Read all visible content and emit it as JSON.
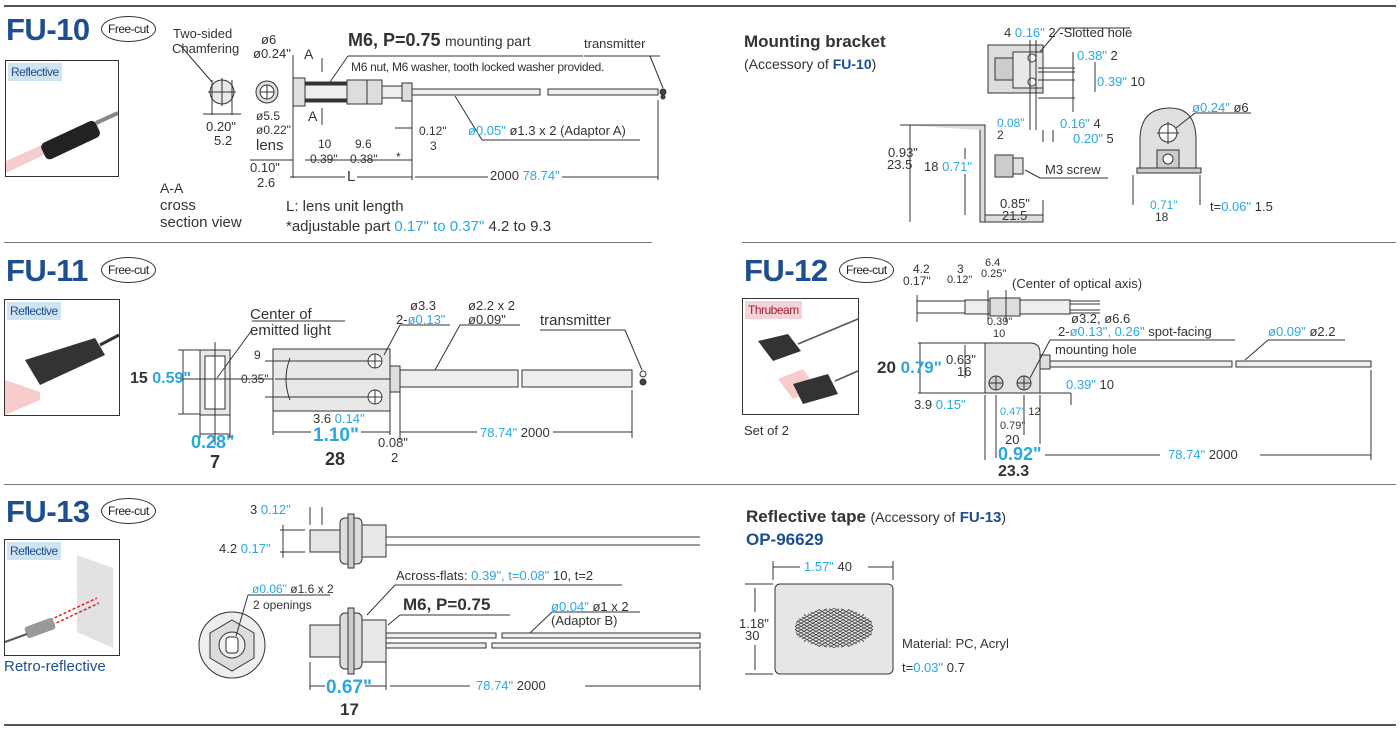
{
  "document": {
    "sections": [
      {
        "model": "FU-10",
        "badge": "Free-cut",
        "sensor_type": "Reflective",
        "labels": {
          "two_sided": "Two-sided",
          "chamfering": "Chamfering",
          "dia6": "ø6",
          "dia024": "ø0.24\"",
          "thread": "M6, P=0.75",
          "thread_suffix": "mounting part",
          "nut_note": "M6 nut, M6 washer, tooth locked washer provided.",
          "transmitter": "transmitter",
          "section_a": "A",
          "dim_020": "0.20\"",
          "dim_52": "5.2",
          "dia55": "ø5.5",
          "dia022": "ø0.22\"",
          "lens": "lens",
          "dim_010": "0.10\"",
          "dim_26": "2.6",
          "dim_10": "10",
          "dim_039": "0.39\"",
          "dim_96": "9.6",
          "dim_038": "0.38\"",
          "adjust_mark": "*",
          "dim_012": "0.12\"",
          "dim_3": "3",
          "fiber_in": "ø0.05\"",
          "fiber_mm": "ø1.3 x 2 (Adaptor A)",
          "L": "L",
          "len_mm": "2000",
          "len_in": "78.74\"",
          "aa": "A-A",
          "cross": "cross",
          "section_view": "section view",
          "note_L": "L: lens unit length",
          "note_adj_prefix": "*adjustable part",
          "note_adj_in": "0.17\" to 0.37\"",
          "note_adj_mm": "4.2 to 9.3"
        }
      },
      {
        "model": "FU-11",
        "badge": "Free-cut",
        "sensor_type": "Reflective",
        "labels": {
          "center1": "Center of",
          "center2": "emitted light",
          "dia33": "ø3.3",
          "dia013": "2-ø0.13\"",
          "dia22": "ø2.2 x 2",
          "dia009": "ø0.09\"",
          "transmitter": "transmitter",
          "h_mm": "15",
          "h_in": "0.59\"",
          "d9": "9",
          "d035": "0.35\"",
          "d36": "3.6",
          "d014": "0.14\"",
          "w_in": "0.28\"",
          "w_mm": "7",
          "l_in": "1.10\"",
          "l_mm": "28",
          "d008": "0.08\"",
          "d2": "2",
          "len_in": "78.74\"",
          "len_mm": "2000"
        }
      },
      {
        "model": "FU-12",
        "badge": "Free-cut",
        "sensor_type": "Thrubeam",
        "caption": "Set of 2",
        "labels": {
          "d42": "4.2",
          "d017": "0.17\"",
          "d3": "3",
          "d012": "0.12\"",
          "d64": "6.4",
          "d025": "0.25\"",
          "axis": "(Center of  optical axis)",
          "d039a": "0.39\"",
          "d10a": "10",
          "holes1": "ø3.2, ø6.6",
          "holes2_prefix": "2-",
          "holes2_in": "ø0.13\", 0.26\"",
          "holes2_suffix": "spot-facing",
          "mounting_hole": "mounting hole",
          "fiber_in": "ø0.09\"",
          "fiber_mm": "ø2.2",
          "h_mm": "20",
          "h_in": "0.79\"",
          "d063": "0.63\"",
          "d16": "16",
          "d039b": "0.39\"",
          "d10b": "10",
          "d39": "3.9",
          "d015": "0.15\"",
          "d047": "0.47\"",
          "d12": "12",
          "d079": "0.79\"",
          "d20": "20",
          "w_in": "0.92\"",
          "w_mm": "23.3",
          "len_in": "78.74\"",
          "len_mm": "2000"
        }
      },
      {
        "model": "FU-13",
        "badge": "Free-cut",
        "sensor_type": "Reflective",
        "caption": "Retro-reflective",
        "labels": {
          "d3": "3",
          "d012": "0.12\"",
          "d42": "4.2",
          "d017": "0.17\"",
          "open_in": "ø0.06\"",
          "open_mm": "ø1.6 x 2",
          "openings": "2 openings",
          "across_prefix": "Across-flats:",
          "across_in": "0.39\", t=0.08\"",
          "across_mm": "10, t=2",
          "thread": "M6, P=0.75",
          "fiber_in": "ø0.04\"",
          "fiber_mm": "ø1 x 2",
          "adaptor": "(Adaptor B)",
          "w_in": "0.67\"",
          "w_mm": "17",
          "len_in": "78.74\"",
          "len_mm": "2000"
        }
      }
    ],
    "bracket": {
      "title": "Mounting bracket",
      "acc_prefix": "(Accessory of",
      "acc_model": "FU-10",
      "acc_suffix": ")",
      "labels": {
        "d4": "4",
        "d016": "0.16\"",
        "slot": "2 -Slotted hole",
        "d038": "0.38\"",
        "d2": "2",
        "d039": "0.39\"",
        "d10": "10",
        "d008": "0.08\"",
        "d2b": "2",
        "d016b": "0.16\"",
        "d4b": "4",
        "d020": "0.20\"",
        "d5": "5",
        "d093": "0.93\"",
        "d235": "23.5",
        "d18": "18",
        "d071": "0.71\"",
        "screw": "M3 screw",
        "d085": "0.85\"",
        "d215": "21.5",
        "hole_in": "ø0.24\"",
        "hole_mm": "ø6",
        "d071b": "0.71\"",
        "d18b": "18",
        "t_prefix": "t=",
        "t_in": "0.06\"",
        "t_mm": "1.5"
      }
    },
    "tape": {
      "title": "Reflective tape",
      "acc_prefix": "(Accessory of",
      "acc_model": "FU-13",
      "acc_suffix": ")",
      "part": "OP-96629",
      "w_in": "1.57\"",
      "w_mm": "40",
      "h_in": "1.18\"",
      "h_mm": "30",
      "material": "Material: PC, Acryl",
      "t_prefix": "t=",
      "t_in": "0.03\"",
      "t_mm": "0.7"
    },
    "colors": {
      "model_blue": "#1d4e8f",
      "inch_cyan": "#29a8e0",
      "tag_blue_bg": "#cfe3f0",
      "tag_red_bg": "#f4d3d8"
    }
  }
}
